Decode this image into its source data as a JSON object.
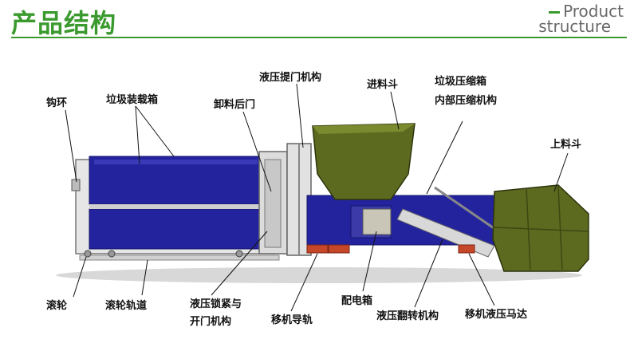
{
  "header": {
    "title": "产品结构",
    "subtitle_line1": "Product",
    "subtitle_line2": "structure"
  },
  "labels": {
    "hook_ring": "钩环",
    "container": "垃圾装载箱",
    "rear_door": "卸料后门",
    "hydraulic_lift_door": "液压提门机构",
    "feed_hopper": "进料斗",
    "inner_compress_1": "垃圾压缩箱",
    "inner_compress_2": "内部压缩机构",
    "loading_bucket": "上料斗",
    "roller": "滚轮",
    "roller_track": "滚轮轨道",
    "lock_open_1": "液压锁紧与",
    "lock_open_2": "开门机构",
    "shift_rail": "移机导轨",
    "distribution_box": "配电箱",
    "flip_mechanism": "液压翻转机构",
    "shift_motor": "移机液压马达"
  }
}
